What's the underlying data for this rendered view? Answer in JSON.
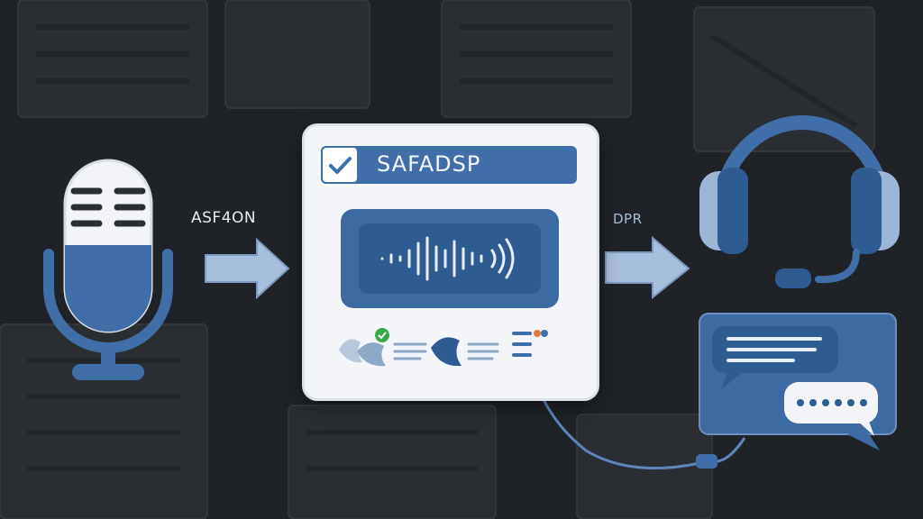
{
  "labels": {
    "input_arrow_label": "ASF4ON",
    "output_arrow_label": "DPR"
  },
  "processor": {
    "title": "SAFADSP"
  },
  "colors": {
    "background": "#1f2226",
    "accent_blue": "#3f6ea8",
    "dark_blue": "#2f5b93",
    "panel": "#f3f5f8",
    "check_green": "#3aa84a",
    "status_orange": "#e07a3a"
  },
  "icons": [
    "microphone-icon",
    "arrow-right-icon",
    "checkbox-icon",
    "waveform-icon",
    "bird-icon",
    "headset-icon",
    "chat-bubble-icon",
    "typing-bubble-icon",
    "cable-icon"
  ]
}
